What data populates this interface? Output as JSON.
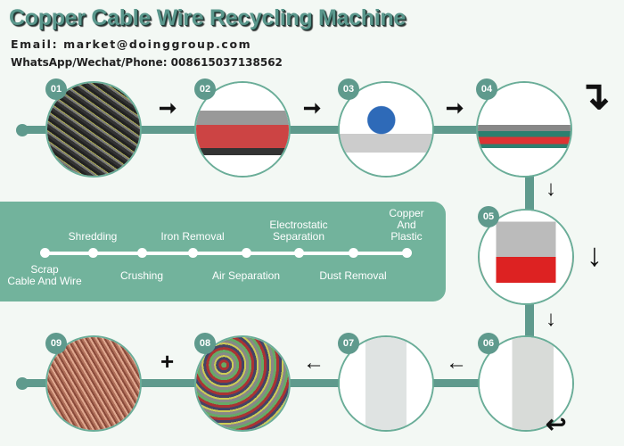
{
  "header": {
    "title": "Copper Cable Wire Recycling Machine",
    "email": "Email: market@doinggroup.com",
    "phone": "WhatsApp/Wechat/Phone: 008615037138562"
  },
  "steps": [
    {
      "number": "01",
      "image": "scrap-cable-wires"
    },
    {
      "number": "02",
      "image": "shredder-machine"
    },
    {
      "number": "03",
      "image": "crusher-machine"
    },
    {
      "number": "04",
      "image": "magnetic-iron-separator"
    },
    {
      "number": "05",
      "image": "air-separator"
    },
    {
      "number": "06",
      "image": "electrostatic-separator"
    },
    {
      "number": "07",
      "image": "dust-collector"
    },
    {
      "number": "08",
      "image": "plastic-granules"
    },
    {
      "number": "09",
      "image": "copper-granules"
    }
  ],
  "plus_sign": "+",
  "process": {
    "labels": [
      "Scrap\nCable And Wire",
      "Shredding",
      "Crushing",
      "Iron Removal",
      "Air Separation",
      "Electrostatic\nSeparation",
      "Dust Removal",
      "Copper\nAnd\nPlastic"
    ]
  },
  "colors": {
    "accent": "#5f9a8d",
    "panel": "#72b39c",
    "background": "#f3f8f4"
  }
}
